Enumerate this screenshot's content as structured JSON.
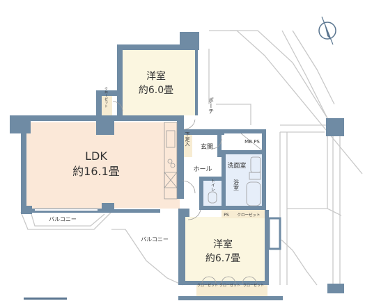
{
  "rooms": {
    "western_north": {
      "name": "洋室",
      "size": "約6.0畳"
    },
    "ldk": {
      "name": "LDK",
      "size": "約16.1畳"
    },
    "western_south": {
      "name": "洋室",
      "size": "約6.7畳"
    },
    "genkan": "玄関",
    "hall": "ホール",
    "senmen": "洗面室",
    "toilet": "トイレ",
    "bath": "浴室",
    "porch": "ポーチ",
    "shitabako": "下足入",
    "mb_ps": "MB PS",
    "ps": "PS"
  },
  "labels": {
    "balcony_left": "バルコニー",
    "balcony_center": "バルコニー",
    "closet": "クローゼット"
  },
  "compass": {
    "icon": "north-arrow-icon"
  },
  "colors": {
    "wall": "#6f8ba4",
    "wall_dark": "#5b7690",
    "room_western": "#fbf6e0",
    "room_ldk": "#fbe8d8",
    "room_wet": "#e6eef9",
    "room_service": "#f7ecd2",
    "floor_outline": "#d4d4d4"
  }
}
